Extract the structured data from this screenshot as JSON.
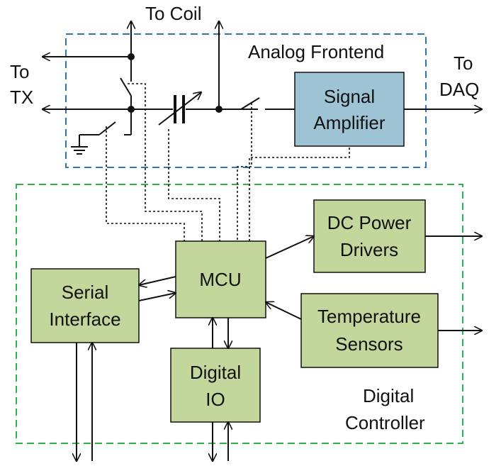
{
  "labels": {
    "to_coil": "To Coil",
    "to_tx_1": "To",
    "to_tx_2": "TX",
    "to_daq_1": "To",
    "to_daq_2": "DAQ",
    "analog_frontend": "Analog Frontend",
    "digital_controller_1": "Digital",
    "digital_controller_2": "Controller"
  },
  "blocks": {
    "signal_amplifier": [
      "Signal",
      "Amplifier"
    ],
    "dc_power_drivers": [
      "DC Power",
      "Drivers"
    ],
    "mcu": [
      "MCU"
    ],
    "serial_interface": [
      "Serial",
      "Interface"
    ],
    "temperature_sensors": [
      "Temperature",
      "Sensors"
    ],
    "digital_io": [
      "Digital",
      "IO"
    ]
  },
  "colors": {
    "analog_border": "#2e75b6",
    "digital_border": "#2fb24c",
    "analog_block_fill": "#9dc3d5",
    "digital_block_fill": "#c3d69b",
    "line": "#111111"
  }
}
